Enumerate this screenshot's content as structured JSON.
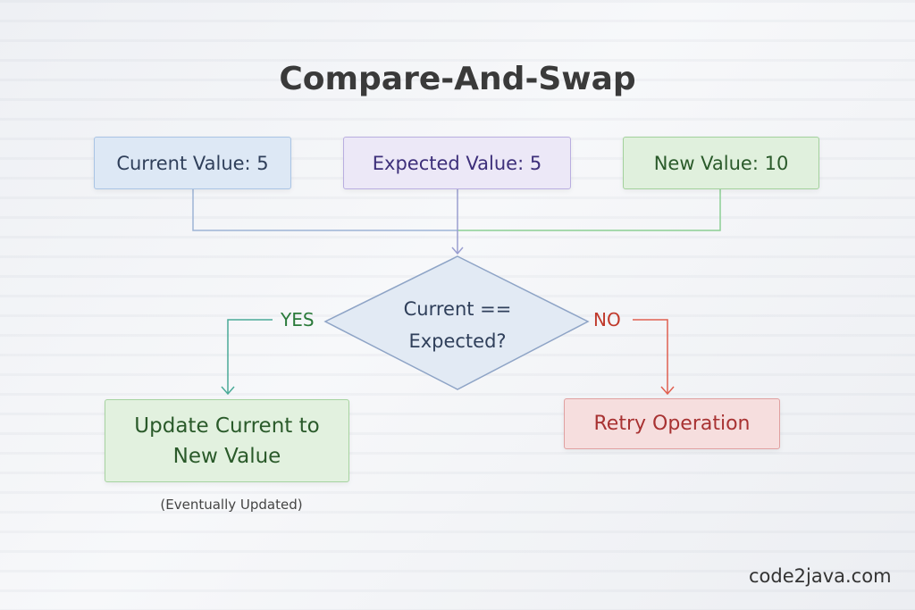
{
  "title": "Compare-And-Swap",
  "inputs": {
    "current": "Current Value: 5",
    "expected": "Expected Value: 5",
    "new": "New Value: 10"
  },
  "decision": {
    "line1": "Current ==",
    "line2": "Expected?"
  },
  "branches": {
    "yes": "YES",
    "no": "NO"
  },
  "outcomes": {
    "update_line1": "Update Current to",
    "update_line2": "New Value",
    "update_note": "(Eventually Updated)",
    "retry": "Retry Operation"
  },
  "watermark": "code2java.com",
  "colors": {
    "yes": "#2a7a3a",
    "no": "#c0392b",
    "connector_blue": "#9db4d6",
    "connector_green": "#8ccf94"
  }
}
